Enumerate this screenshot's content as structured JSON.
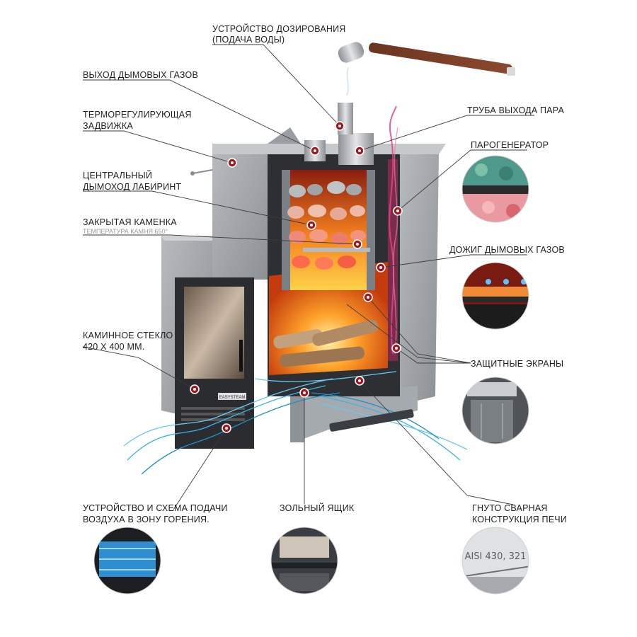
{
  "labels": {
    "dosing": [
      "УСТРОЙСТВО ДОЗИРОВАНИЯ",
      "(ПОДАЧА ВОДЫ)"
    ],
    "smoke_exit": [
      "ВЫХОД ДЫМОВЫХ ГАЗОВ"
    ],
    "damper": [
      "ТЕРМОРЕГУЛИРУЮЩАЯ",
      "ЗАДВИЖКА"
    ],
    "labyrinth": [
      "ЦЕНТРАЛЬНЫЙ",
      "ДЫМОХОД ЛАБИРИНТ"
    ],
    "closed_heater": [
      "ЗАКРЫТАЯ КАМЕНКА"
    ],
    "closed_heater_sub": "ТЕМПЕРАТУРА КАМНЯ 650°",
    "glass": [
      "КАМИННОЕ СТЕКЛО",
      "420 Х 400 ММ."
    ],
    "air_supply": [
      "УСТРОЙСТВО И СХЕМА ПОДАЧИ",
      "ВОЗДУХА В ЗОНУ ГОРЕНИЯ."
    ],
    "ash_box": [
      "ЗОЛЬНЫЙ ЯЩИК"
    ],
    "construction": [
      "ГНУТО СВАРНАЯ",
      "КОНСТРУКЦИЯ ПЕЧИ"
    ],
    "steam_pipe": [
      "ТРУБА ВЫХОДА ПАРА"
    ],
    "steam_gen": [
      "ПАРОГЕНЕРАТОР"
    ],
    "afterburn": [
      "ДОЖИГ ДЫМОВЫХ ГАЗОВ"
    ],
    "screens": [
      "ЗАЩИТНЫЕ ЭКРАНЫ"
    ]
  },
  "steel_grade": "AISI 430, 321",
  "brand": "EASYSTEAM",
  "colors": {
    "marker": "#a3161c",
    "stone": "#9ea3a7",
    "fire": "#f5821f",
    "air": "#2a9fd6",
    "steel": "#3b3f44"
  }
}
